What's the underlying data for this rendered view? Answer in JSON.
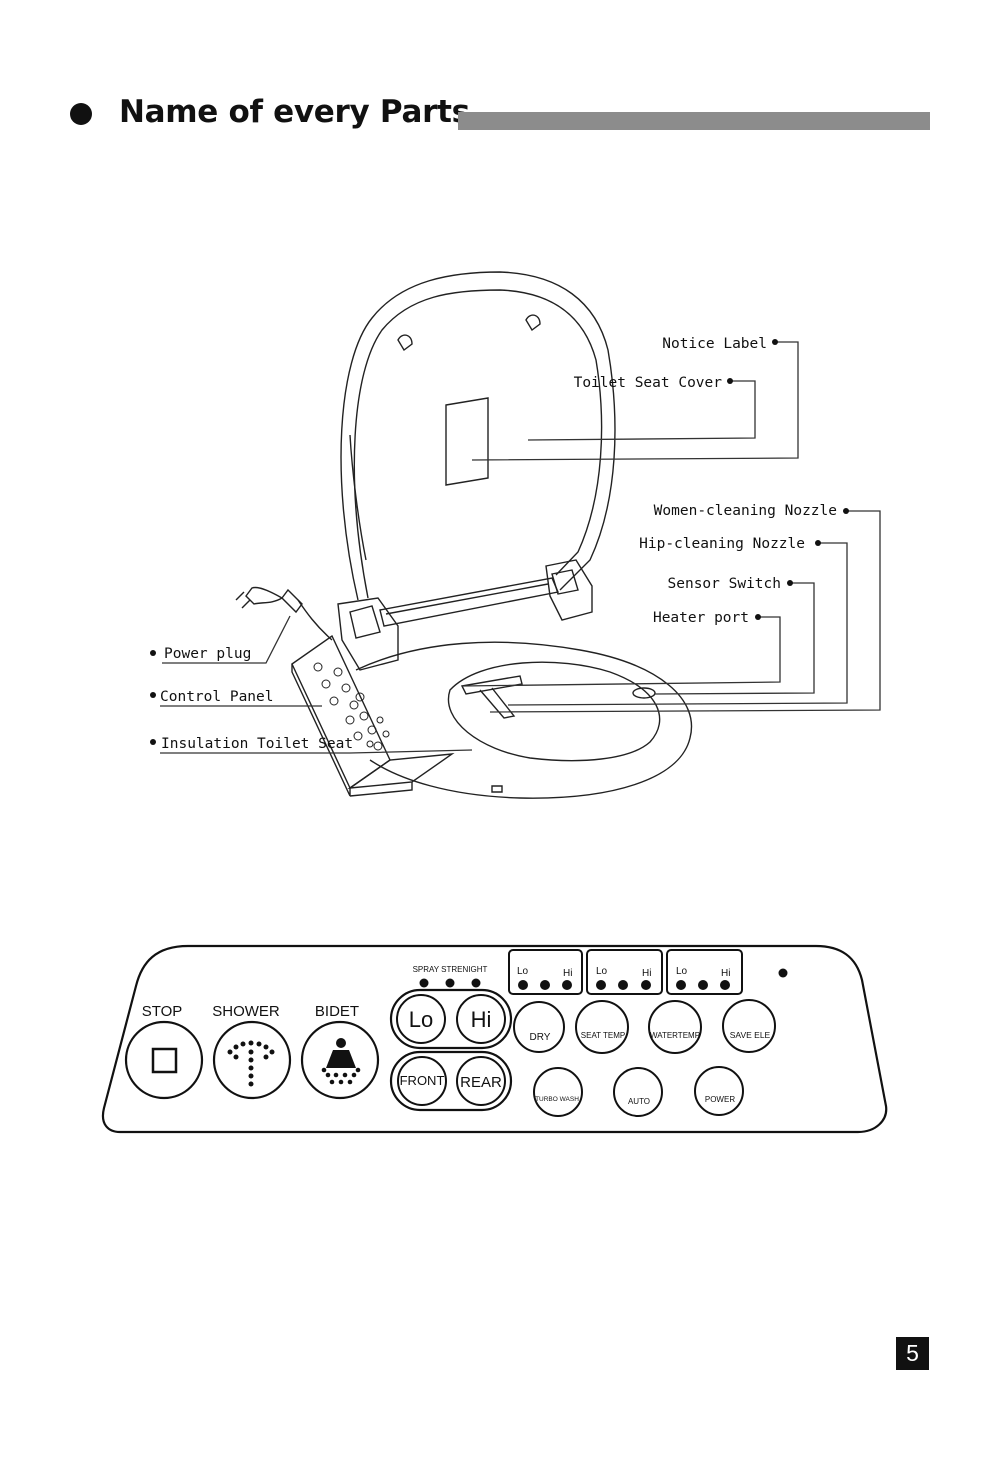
{
  "heading": {
    "title": "Name of every Parts"
  },
  "callouts": {
    "notice_label": "Notice Label",
    "toilet_seat_cover": "Toilet Seat Cover",
    "women_nozzle": "Women-cleaning Nozzle",
    "hip_nozzle": "Hip-cleaning Nozzle",
    "sensor_switch": "Sensor Switch",
    "heater_port": "Heater port",
    "power_plug": "Power plug",
    "control_panel": "Control Panel",
    "insulation_seat": "Insulation Toilet Seat"
  },
  "panel": {
    "spray_label": "SPRAY STRENIGHT",
    "lo": "Lo",
    "hi": "Hi",
    "stop": "STOP",
    "shower": "SHOWER",
    "bidet": "BIDET",
    "front": "FRONT",
    "rear": "REAR",
    "dry": "DRY",
    "seat_temp": "SEAT TEMP",
    "water_temp": "WATERTEMP",
    "save_ele": "SAVE ELE",
    "turbo_wash": "TURBO WASH",
    "auto": "AUTO",
    "power": "POWER"
  },
  "page_number": "5"
}
